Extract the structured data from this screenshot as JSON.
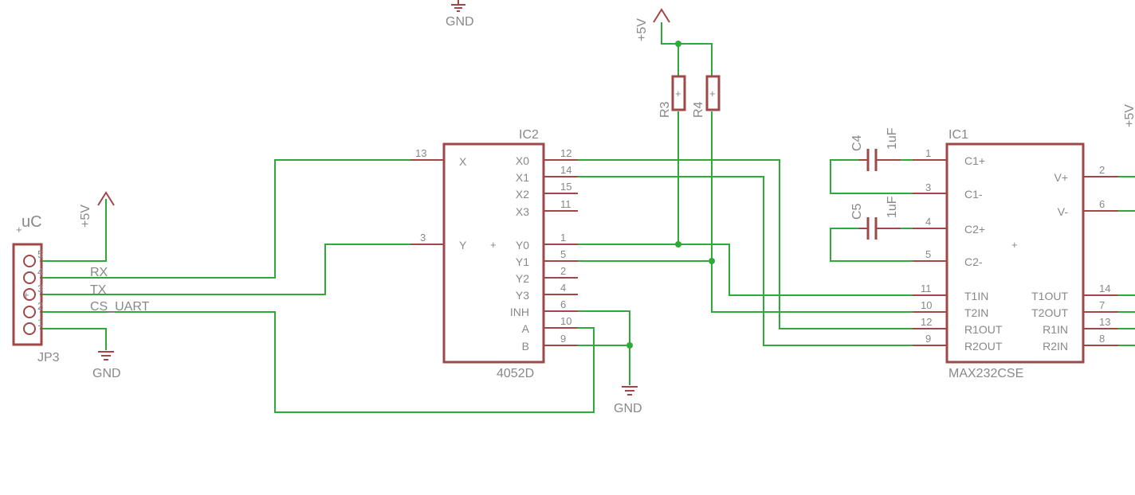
{
  "colors": {
    "wire": "#2faa3a",
    "component": "#a04848",
    "text": "#888888"
  },
  "power": {
    "gnd": "GND",
    "vcc": "+5V"
  },
  "jp3": {
    "name": "JP3",
    "title": "uC",
    "pins": [
      "5",
      "4",
      "3",
      "2",
      "1"
    ],
    "nets": {
      "rx": "RX",
      "tx": "TX",
      "cs": "CS_UART"
    }
  },
  "ic2": {
    "name": "IC2",
    "value": "4052D",
    "left_pins": [
      {
        "num": "13",
        "label": "X"
      },
      {
        "num": "3",
        "label": "Y"
      }
    ],
    "right_pins": [
      {
        "num": "12",
        "label": "X0"
      },
      {
        "num": "14",
        "label": "X1"
      },
      {
        "num": "15",
        "label": "X2"
      },
      {
        "num": "11",
        "label": "X3"
      },
      {
        "num": "1",
        "label": "Y0"
      },
      {
        "num": "5",
        "label": "Y1"
      },
      {
        "num": "2",
        "label": "Y2"
      },
      {
        "num": "4",
        "label": "Y3"
      },
      {
        "num": "6",
        "label": "INH"
      },
      {
        "num": "10",
        "label": "A"
      },
      {
        "num": "9",
        "label": "B"
      }
    ]
  },
  "ic1": {
    "name": "IC1",
    "value": "MAX232CSE",
    "left_pins": [
      {
        "num": "1",
        "label": "C1+"
      },
      {
        "num": "3",
        "label": "C1-"
      },
      {
        "num": "4",
        "label": "C2+"
      },
      {
        "num": "5",
        "label": "C2-"
      },
      {
        "num": "11",
        "label": "T1IN"
      },
      {
        "num": "10",
        "label": "T2IN"
      },
      {
        "num": "12",
        "label": "R1OUT"
      },
      {
        "num": "9",
        "label": "R2OUT"
      }
    ],
    "right_pins": [
      {
        "num": "2",
        "label": "V+"
      },
      {
        "num": "6",
        "label": "V-"
      },
      {
        "num": "14",
        "label": "T1OUT"
      },
      {
        "num": "7",
        "label": "T2OUT"
      },
      {
        "num": "13",
        "label": "R1IN"
      },
      {
        "num": "8",
        "label": "R2IN"
      }
    ]
  },
  "resistors": {
    "r3": "R3",
    "r4": "R4"
  },
  "capacitors": {
    "c4": {
      "name": "C4",
      "value": "1uF"
    },
    "c5": {
      "name": "C5",
      "value": "1uF"
    }
  },
  "marks": {
    "plus": "+"
  }
}
